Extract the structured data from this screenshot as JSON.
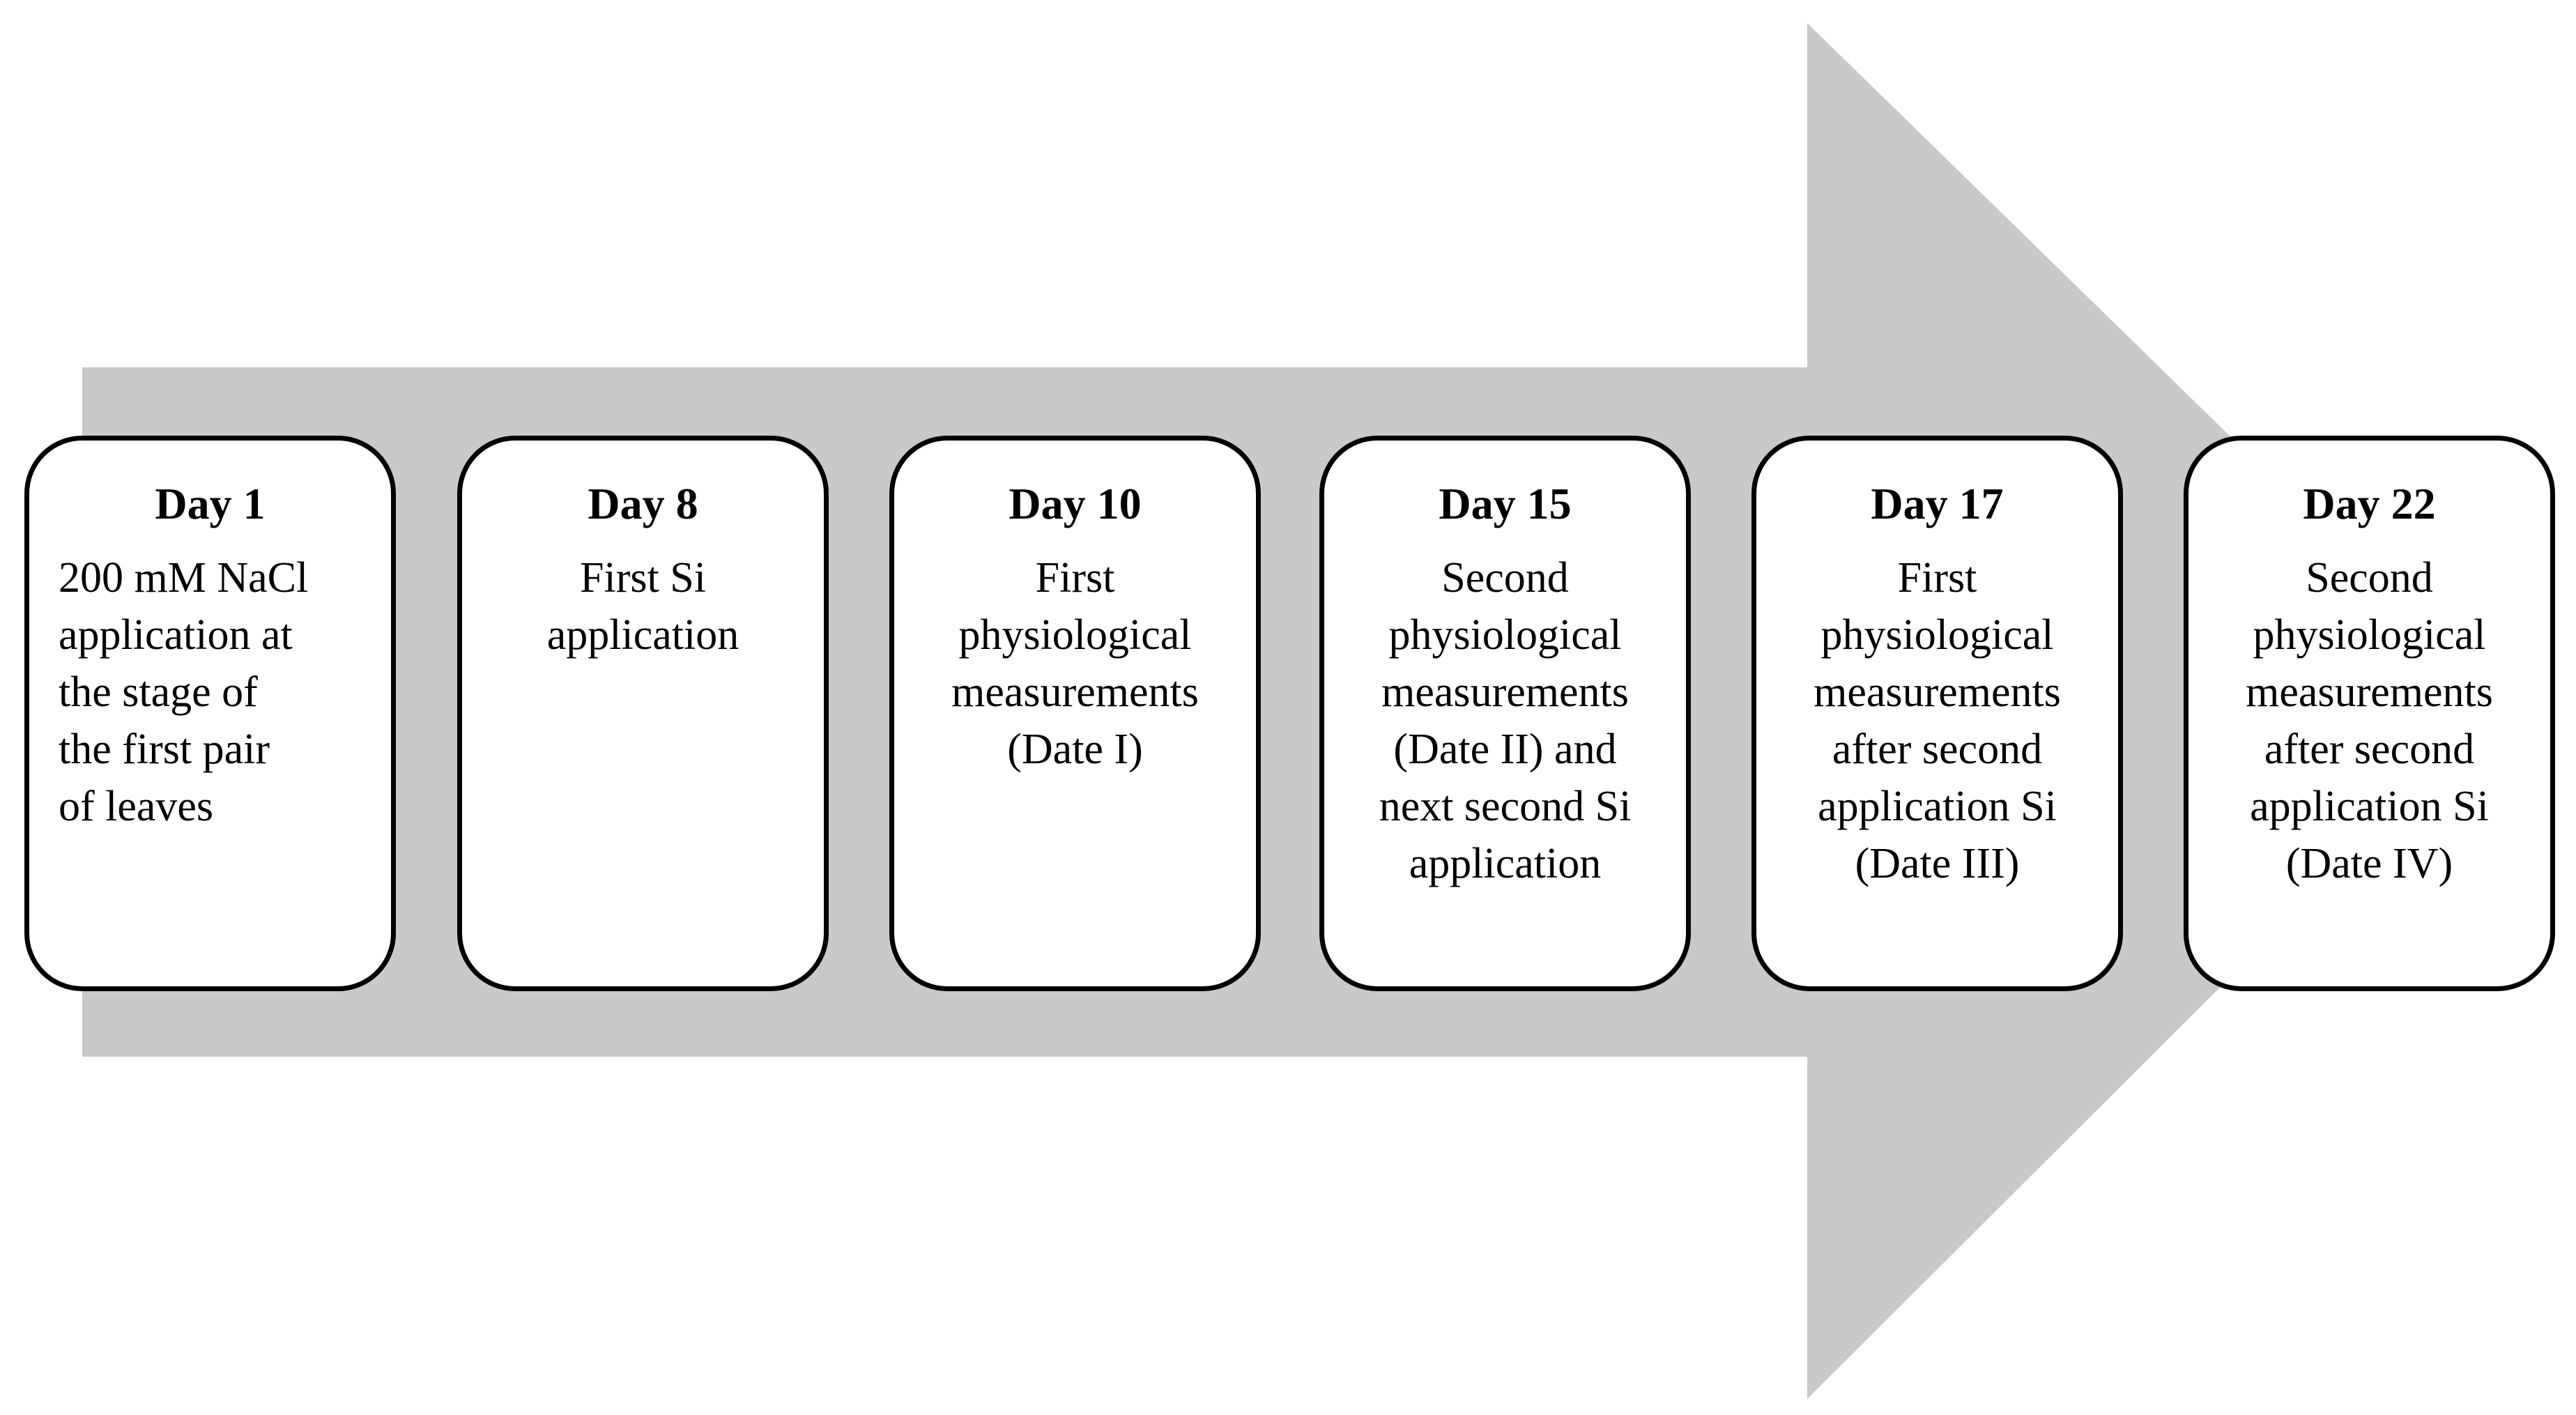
{
  "colors": {
    "arrow": "#c9c9c9",
    "box_border": "#000000",
    "box_fill": "#ffffff",
    "text": "#000000"
  },
  "steps": [
    {
      "title": "Day 1",
      "text": "200 mM NaCl\napplication at\nthe stage of\nthe first pair\nof leaves"
    },
    {
      "title": "Day 8",
      "text": "First Si\napplication"
    },
    {
      "title": "Day 10",
      "text": "First\nphysiological\nmeasurements\n(Date I)"
    },
    {
      "title": "Day 15",
      "text": "Second\nphysiological\nmeasurements\n(Date II) and\nnext second Si\napplication"
    },
    {
      "title": "Day 17",
      "text": "First\nphysiological\nmeasurements\nafter second\napplication Si\n(Date III)"
    },
    {
      "title": "Day 22",
      "text": "Second\nphysiological\nmeasurements\nafter second\napplication Si\n(Date IV)"
    }
  ]
}
